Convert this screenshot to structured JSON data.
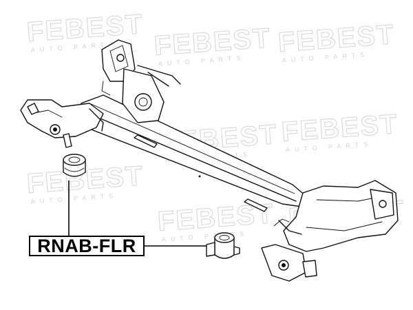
{
  "part_label": "RNAB-FLR",
  "watermark": {
    "brand": "FEBEST",
    "tagline": "AUTO PARTS",
    "color": "#d8d8d8"
  },
  "colors": {
    "line": "#111111",
    "background": "#ffffff",
    "label_border": "#000000"
  }
}
